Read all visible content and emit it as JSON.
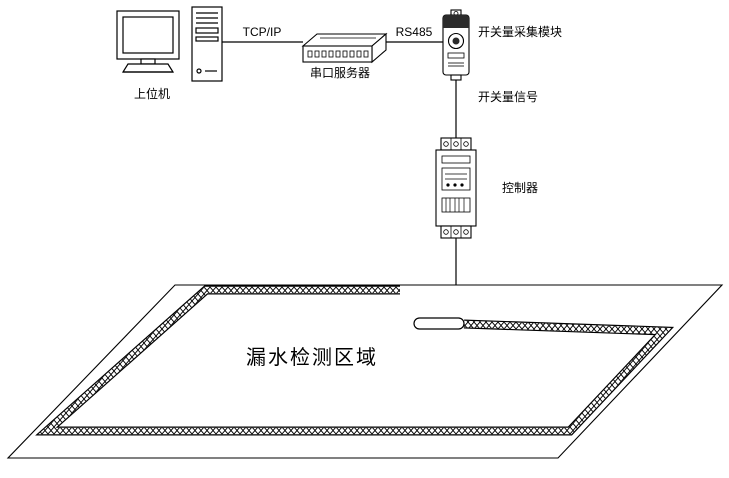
{
  "labels": {
    "host_computer": "上位机",
    "tcp_ip": "TCP/IP",
    "serial_server": "串口服务器",
    "rs485": "RS485",
    "di_module": "开关量采集模块",
    "di_signal": "开关量信号",
    "controller": "控制器",
    "detection_area": "漏水检测区域"
  },
  "colors": {
    "line": "#000000",
    "background": "#ffffff",
    "device_dark": "#2b2b2b"
  }
}
